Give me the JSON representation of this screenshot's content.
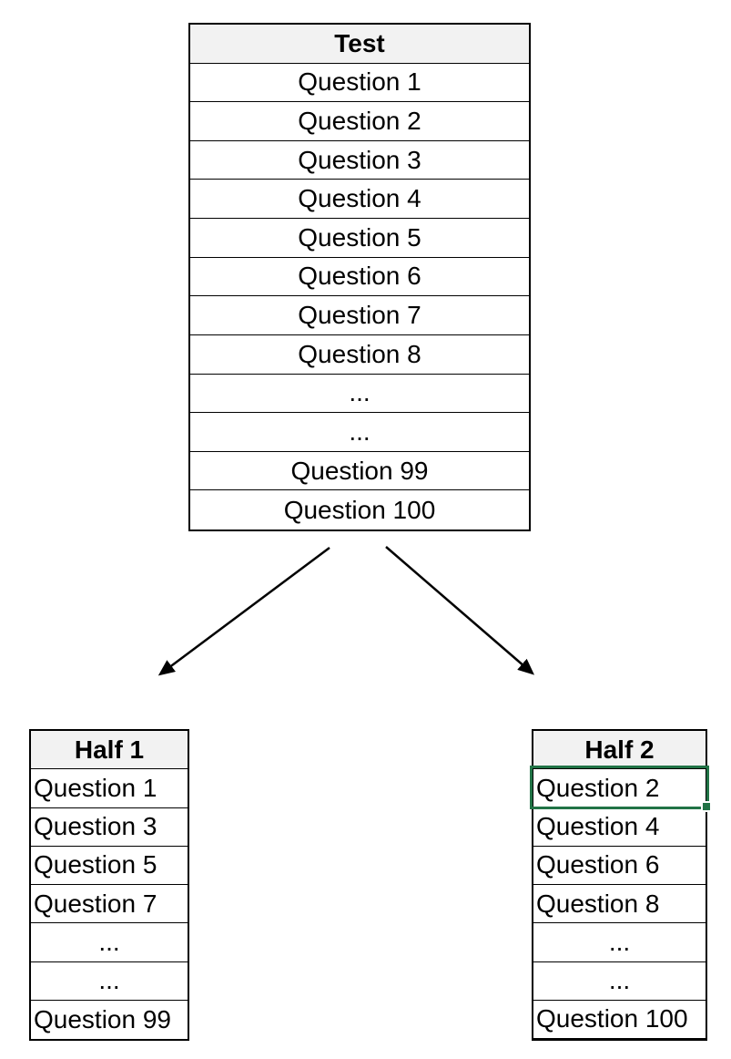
{
  "colors": {
    "background": "#ffffff",
    "table_border": "#000000",
    "header_fill": "#f2f2f2",
    "text": "#000000",
    "selection_green": "#217346",
    "arrow": "#000000"
  },
  "test_table": {
    "header": "Test",
    "rows": [
      "Question 1",
      "Question 2",
      "Question 3",
      "Question 4",
      "Question 5",
      "Question 6",
      "Question 7",
      "Question 8",
      "...",
      "...",
      "Question 99",
      "Question 100"
    ]
  },
  "half1_table": {
    "header": "Half 1",
    "rows": [
      "Question 1",
      "Question 3",
      "Question 5",
      "Question 7",
      "...",
      "...",
      "Question 99"
    ]
  },
  "half2_table": {
    "header": "Half 2",
    "rows": [
      "Question 2",
      "Question 4",
      "Question 6",
      "Question 8",
      "...",
      "...",
      "Question 100"
    ],
    "selected_cell": "Question 2"
  },
  "arrows": {
    "left": "arrow-down-left",
    "right": "arrow-down-right"
  }
}
